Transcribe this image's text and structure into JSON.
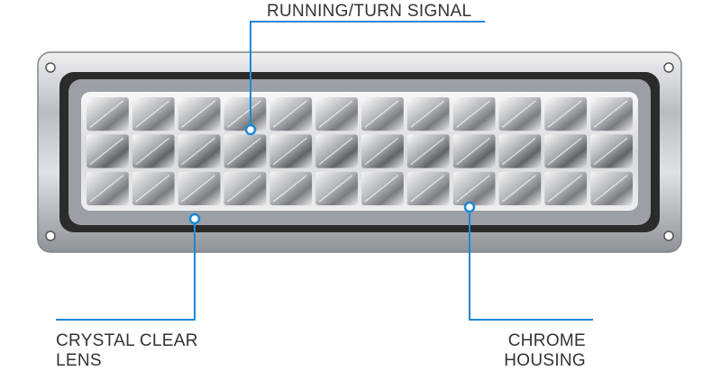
{
  "callouts": {
    "running_turn_signal": "RUNNING/TURN SIGNAL",
    "crystal_clear_lens": {
      "line1": "CRYSTAL CLEAR",
      "line2": "LENS"
    },
    "chrome_housing": {
      "line1": "CHROME",
      "line2": "HOUSING"
    }
  },
  "colors": {
    "callout_line": "#1e88d6",
    "callout_text": "#333333",
    "chrome": "#c9ccd0",
    "gasket": "#2b2b2b"
  },
  "icons": [
    "mounting-hole-icon",
    "led-marker-icon"
  ]
}
